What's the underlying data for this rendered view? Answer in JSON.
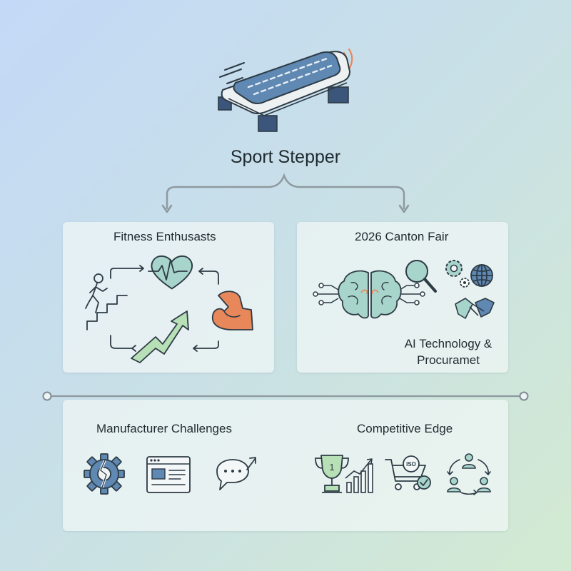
{
  "product": {
    "name": "Sport Stepper",
    "icon": "stepper-platform-icon"
  },
  "panels": {
    "fitness": {
      "title": "Fitness Enthusasts",
      "icons": [
        "stair-climber-icon",
        "heartbeat-icon",
        "flexed-arm-icon",
        "rising-trend-arrow-icon"
      ]
    },
    "canton": {
      "title": "2026 Canton Fair",
      "subtitle_line1": "AI Technology &",
      "subtitle_line2": "Procuramet",
      "icons": [
        "ai-brain-icon",
        "magnifier-icon",
        "gears-icon",
        "globe-icon",
        "handshake-icon"
      ]
    },
    "manufacturer": {
      "title": "Manufacturer Challenges",
      "icons": [
        "broken-gear-icon",
        "browser-window-icon",
        "chat-bubble-icon"
      ]
    },
    "competitive": {
      "title": "Competitive Edge",
      "icons": [
        "trophy-chart-icon",
        "iso-cart-icon",
        "team-cycle-icon"
      ]
    }
  },
  "trophy_rank": "1",
  "iso_label": "ISO",
  "colors": {
    "outline": "#2d3b45",
    "navy": "#3c557a",
    "teal_fill": "#a8d5cb",
    "green_fill": "#b7e0b6",
    "orange": "#e8875a",
    "blue_fill": "#5f88b3",
    "connector": "#8e9aa0"
  }
}
